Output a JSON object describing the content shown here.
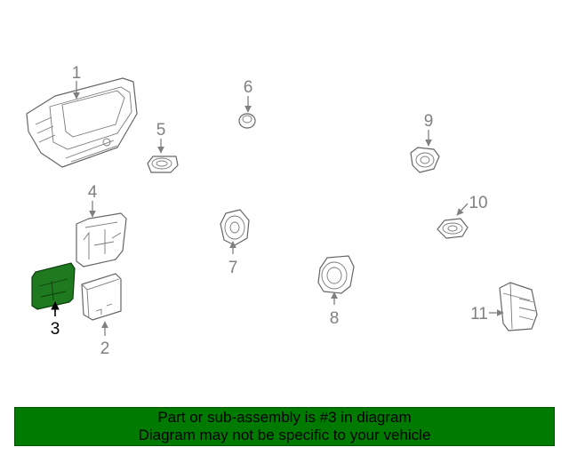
{
  "colors": {
    "highlight_fill": "#1f7a1f",
    "banner_background": "#007a00",
    "callout_gray": "#808080",
    "callout_highlight": "#000000"
  },
  "callouts": {
    "c1": "1",
    "c2": "2",
    "c3": "3",
    "c4": "4",
    "c5": "5",
    "c6": "6",
    "c7": "7",
    "c8": "8",
    "c9": "9",
    "c10": "10",
    "c11": "11"
  },
  "highlighted_part": "3",
  "banner": {
    "line1": "Part or sub-assembly is #3 in diagram",
    "line2": "Diagram may not be specific to your vehicle"
  }
}
